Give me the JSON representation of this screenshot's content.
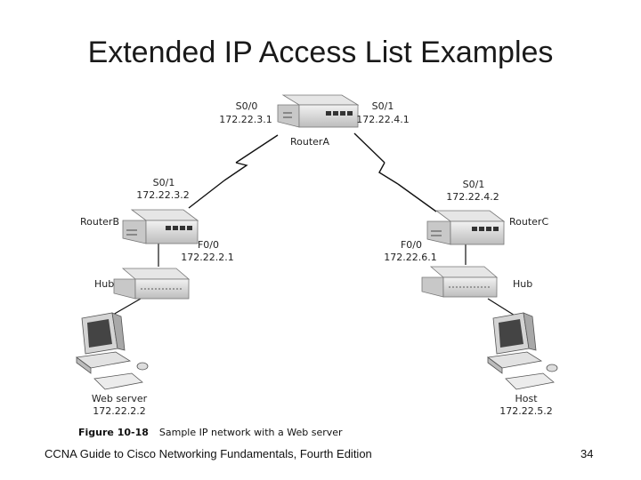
{
  "title": "Extended IP Access List Examples",
  "diagram": {
    "router_a": {
      "name": "RouterA",
      "s00_if": "S0/0",
      "s00_ip": "172.22.3.1",
      "s01_if": "S0/1",
      "s01_ip": "172.22.4.1"
    },
    "router_b": {
      "name": "RouterB",
      "s01_if": "S0/1",
      "s01_ip": "172.22.3.2",
      "f00_if": "F0/0",
      "f00_ip": "172.22.2.1"
    },
    "router_c": {
      "name": "RouterC",
      "s01_if": "S0/1",
      "s01_ip": "172.22.4.2",
      "f00_if": "F0/0",
      "f00_ip": "172.22.6.1"
    },
    "hub_left": {
      "name": "Hub"
    },
    "hub_right": {
      "name": "Hub"
    },
    "web_server": {
      "name": "Web server",
      "ip": "172.22.2.2"
    },
    "host": {
      "name": "Host",
      "ip": "172.22.5.2"
    }
  },
  "caption": {
    "figure": "Figure 10-18",
    "text": "Sample IP network with a Web server"
  },
  "footer": {
    "source": "CCNA Guide to Cisco Networking Fundamentals, Fourth Edition",
    "page": "34"
  }
}
